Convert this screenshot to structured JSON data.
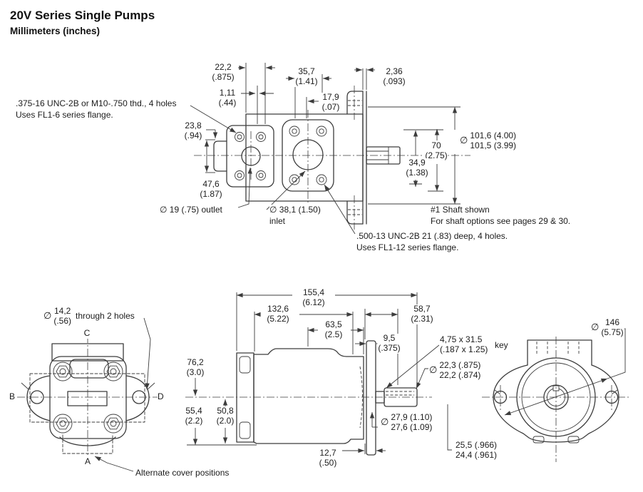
{
  "page": {
    "title": "20V Series Single Pumps",
    "subtitle": "Millimeters (inches)"
  },
  "sym": "∅",
  "top_view": {
    "dims": {
      "w22": {
        "mm": "22,2",
        "in": "(.875)"
      },
      "w111": {
        "mm": "1,11",
        "in": "(.44)"
      },
      "w357": {
        "mm": "35,7",
        "in": "(1.41)"
      },
      "w179": {
        "mm": "17,9",
        "in": "(.07)"
      },
      "w236": {
        "mm": "2,36",
        "in": "(.093)"
      },
      "h238": {
        "mm": "23,8",
        "in": "(.94)"
      },
      "h476": {
        "mm": "47,6",
        "in": "(1.87)"
      },
      "h70": {
        "mm": "70",
        "in": "(2.75)"
      },
      "h349": {
        "mm": "34,9",
        "in": "(1.38)"
      },
      "dia101": {
        "l1": "101,6 (4.00)",
        "l2": "101,5 (3.99)"
      }
    },
    "notes": {
      "thread_top1": ".375-16 UNC-2B or M10-.750 thd., 4 holes",
      "thread_top2": "Uses FL1-6 series flange.",
      "outlet": "∅ 19 (.75) outlet",
      "inlet1": "∅ 38,1 (1.50)",
      "inlet2": "inlet",
      "shaft1": "#1 Shaft shown",
      "shaft2": "For shaft options see pages 29 & 30.",
      "thread_bot1": ".500-13 UNC-2B 21 (.83) deep, 4 holes.",
      "thread_bot2": "Uses FL1-12 series flange."
    }
  },
  "rear_view": {
    "dia142": {
      "mm": "14,2",
      "in": "(.56)"
    },
    "through": "through 2 holes",
    "pos_c": "C",
    "pos_b": "B",
    "pos_d": "D",
    "pos_a": "A",
    "alt_note": "Alternate cover positions"
  },
  "side_view": {
    "dims": {
      "l1554": {
        "mm": "155,4",
        "in": "(6.12)"
      },
      "l1326": {
        "mm": "132,6",
        "in": "(5.22)"
      },
      "l635": {
        "mm": "63,5",
        "in": "(2.5)"
      },
      "l587": {
        "mm": "58,7",
        "in": "(2.31)"
      },
      "l95": {
        "mm": "9,5",
        "in": "(.375)"
      },
      "h762": {
        "mm": "76,2",
        "in": "(3.0)"
      },
      "h554": {
        "mm": "55,4",
        "in": "(2.2)"
      },
      "h508": {
        "mm": "50,8",
        "in": "(2.0)"
      },
      "b127": {
        "mm": "12,7",
        "in": "(.50)"
      },
      "key1": "4,75 x 31.5",
      "key2": "(.187 x 1.25)",
      "key_word": "key",
      "dia22": {
        "l1": "22,3 (.875)",
        "l2": "22,2 (.874)"
      },
      "dia27": {
        "l1": "27,9 (1.10)",
        "l2": "27,6 (1.09)"
      },
      "k25": {
        "l1": "25,5 (.966)",
        "l2": "24,4 (.961)"
      }
    }
  },
  "front_view": {
    "dia146": {
      "mm": "146",
      "in": "(5.75)"
    }
  }
}
